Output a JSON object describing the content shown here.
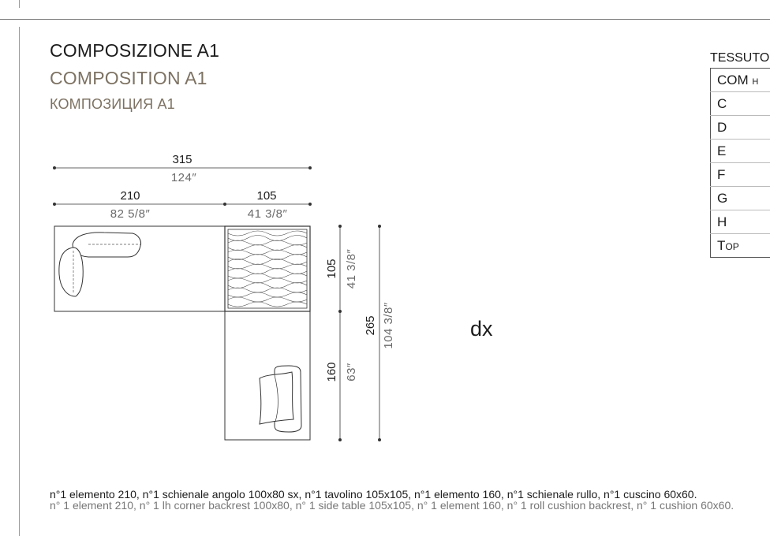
{
  "titles": {
    "it": "COMPOSIZIONE A1",
    "en": "COMPOSITION A1",
    "ru": "КОМПОЗИЦИЯ A1"
  },
  "fabric": {
    "title": "TESSUTO",
    "rows": [
      {
        "label": "COM",
        "sub": "H"
      },
      {
        "label": "C"
      },
      {
        "label": "D"
      },
      {
        "label": "E"
      },
      {
        "label": "F"
      },
      {
        "label": "G"
      },
      {
        "label": "H"
      },
      {
        "label": "Top"
      }
    ]
  },
  "dimensions": {
    "total_cm": "315",
    "total_in": "124″",
    "left_cm": "210",
    "left_in": "82 5/8″",
    "right_cm": "105",
    "right_in": "41 3/8″",
    "table_depth_cm": "105",
    "table_depth_in": "41 3/8″",
    "element_depth_cm": "160",
    "element_depth_in": "63″",
    "total_depth_cm": "265",
    "total_depth_in": "104 3/8″"
  },
  "orientation": "dx",
  "description": {
    "it": "n°1 elemento 210, n°1 schienale angolo 100x80 sx, n°1 tavolino 105x105, n°1 elemento 160, n°1 schienale rullo, n°1 cuscino 60x60.",
    "en": "n° 1 element 210, n° 1 lh corner backrest 100x80, n° 1 side table 105x105, n° 1 element 160, n° 1 roll cushion backrest, n° 1 cushion 60x60."
  }
}
